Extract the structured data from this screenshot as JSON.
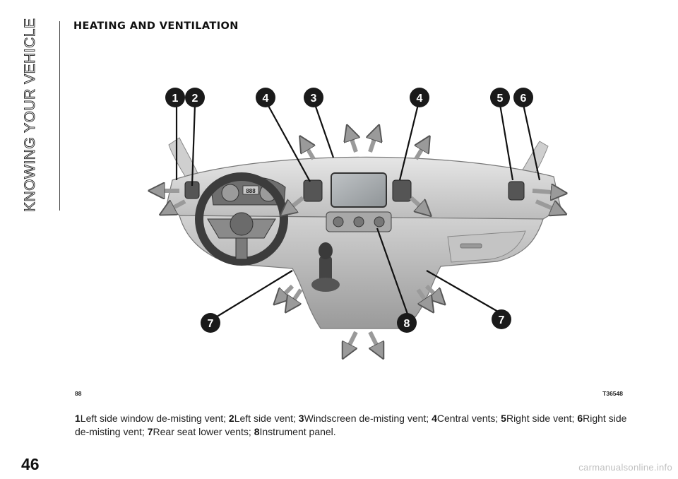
{
  "chapter": {
    "side_label": "KNOWING YOUR VEHICLE"
  },
  "section": {
    "title": "HEATING AND VENTILATION"
  },
  "figure": {
    "number": "88",
    "code": "T36548",
    "callouts": [
      "1",
      "2",
      "4",
      "3",
      "4",
      "5",
      "6",
      "7",
      "8",
      "7"
    ],
    "dashboard": {
      "odometer_display": "888"
    }
  },
  "legend": {
    "items": [
      {
        "num": "1",
        "text": "Left side window de-misting vent;"
      },
      {
        "num": "2",
        "text": "Left side vent;"
      },
      {
        "num": "3",
        "text": "Windscreen de-misting vent;"
      },
      {
        "num": "4",
        "text": "Central vents;"
      },
      {
        "num": "5",
        "text": "Right side vent;"
      },
      {
        "num": "6",
        "text": "Right side de-misting vent;"
      },
      {
        "num": "7",
        "text": "Rear seat lower vents;"
      },
      {
        "num": "8",
        "text": "Instrument panel."
      }
    ]
  },
  "footer": {
    "page_number": "46",
    "watermark": "carmanualsonline.info"
  },
  "colors": {
    "callout_fill": "#1a1a1a",
    "callout_text": "#ffffff",
    "dashboard_fill": "#d8d8d8",
    "dashboard_dark": "#8e8e8e"
  }
}
